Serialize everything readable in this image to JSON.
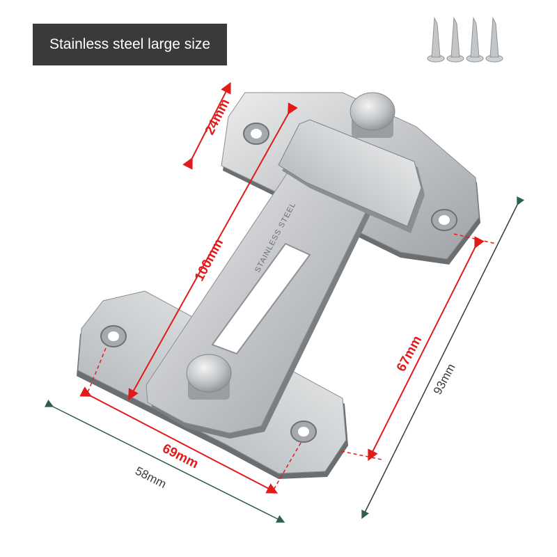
{
  "badge": {
    "label": "Stainless steel large size"
  },
  "product": {
    "stamp": "STAINLESS STEEL"
  },
  "dimensions": {
    "top_plate_width": "24mm",
    "slide_length": "100mm",
    "latch_span": "67mm",
    "total_height": "93mm",
    "base_width": "69mm",
    "overall_width": "58mm"
  },
  "colors": {
    "dimension_red": "#e11a1a",
    "dimension_dark": "#3a3a3a",
    "badge_bg": "#3a3a3a",
    "steel": "#c9cbce"
  },
  "icons": [
    "screw-icon",
    "screw-icon",
    "screw-icon",
    "screw-icon"
  ]
}
